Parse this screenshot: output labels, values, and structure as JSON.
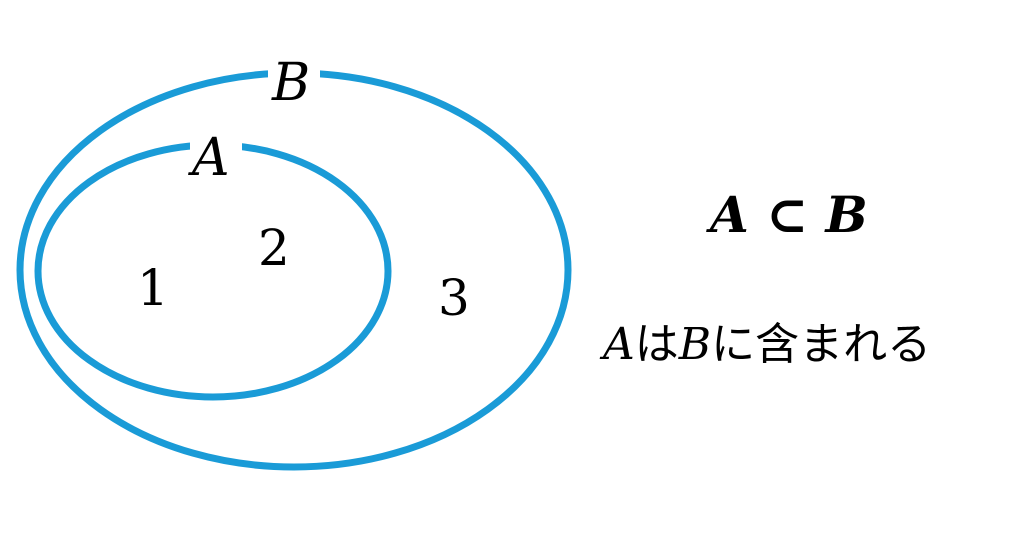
{
  "colors": {
    "ellipse": "#1a9bd7"
  },
  "sets": {
    "outer_label": "B",
    "inner_label": "A"
  },
  "elements": {
    "inner": [
      "1",
      "2"
    ],
    "outer_only": [
      "3"
    ]
  },
  "relation": {
    "text": "A ⊂ B"
  },
  "description": {
    "a": "A",
    "mid": "は",
    "b": "B",
    "rest": "に含まれる"
  }
}
